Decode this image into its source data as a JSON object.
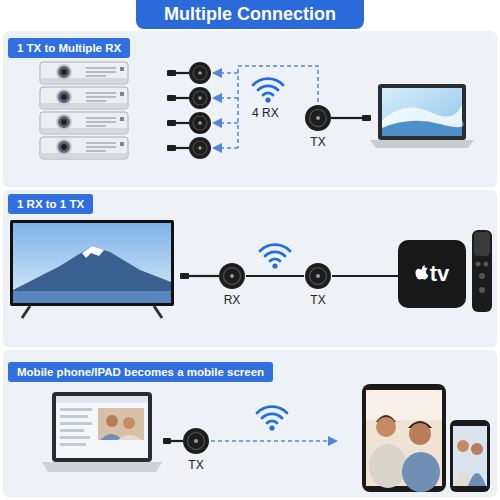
{
  "diagram": {
    "title": "Multiple Connection",
    "nodes": [
      {
        "text": [
          "1 TX to Multiple RX"
        ]
      },
      {
        "text": [
          "TX"
        ]
      },
      {
        "text": [
          "1 RX to 1 TX"
        ]
      },
      {
        "text": [
          "RX"
        ]
      },
      {
        "text": [
          "TX"
        ]
      },
      {
        "text": [
          "tv"
        ]
      },
      {
        "text": [
          "Mobile phone/IPAD becomes a mobile screen"
        ]
      },
      {
        "text": [
          "TX"
        ]
      }
    ],
    "edges": [
      {
        "from": 3,
        "to": 4,
        "arrow": "none"
      },
      {
        "from": 4,
        "to": 5,
        "arrow": "none"
      }
    ],
    "labels": [
      "4 RX"
    ]
  }
}
